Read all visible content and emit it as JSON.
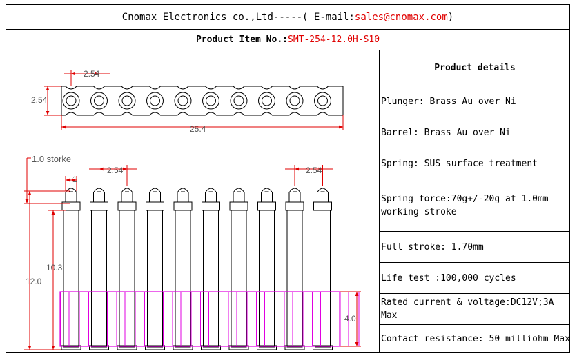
{
  "header": {
    "company": "Cnomax Electronics co.,Ltd-----( E-mail: ",
    "email": "sales@cnomax.com",
    "close": ")"
  },
  "item": {
    "label": "Product Item No.: ",
    "value": "SMT-254-12.0H-S10"
  },
  "drawing": {
    "pitch_top": "2.54",
    "width_top": "2.54",
    "total_length": "25.4",
    "stroke_label": "1.0 storke",
    "pitch_left": "2.54",
    "pitch_right": "2.54",
    "tip_width": "1",
    "height_total": "12.0",
    "height_body": "10.3",
    "base_height": "4.0",
    "colors": {
      "line": "#000000",
      "dim": "#e00000",
      "base": "#e000e0"
    }
  },
  "details": {
    "title": "Product details",
    "rows": [
      "Plunger: Brass Au over Ni",
      "Barrel: Brass Au over Ni",
      "Spring: SUS surface treatment",
      "Spring force:70g+/-20g at 1.0mm working stroke",
      "Full stroke: 1.70mm",
      "Life test :100,000 cycles",
      "Rated current & voltage:DC12V;3A Max",
      "Contact resistance: 50 milliohm Max"
    ]
  }
}
